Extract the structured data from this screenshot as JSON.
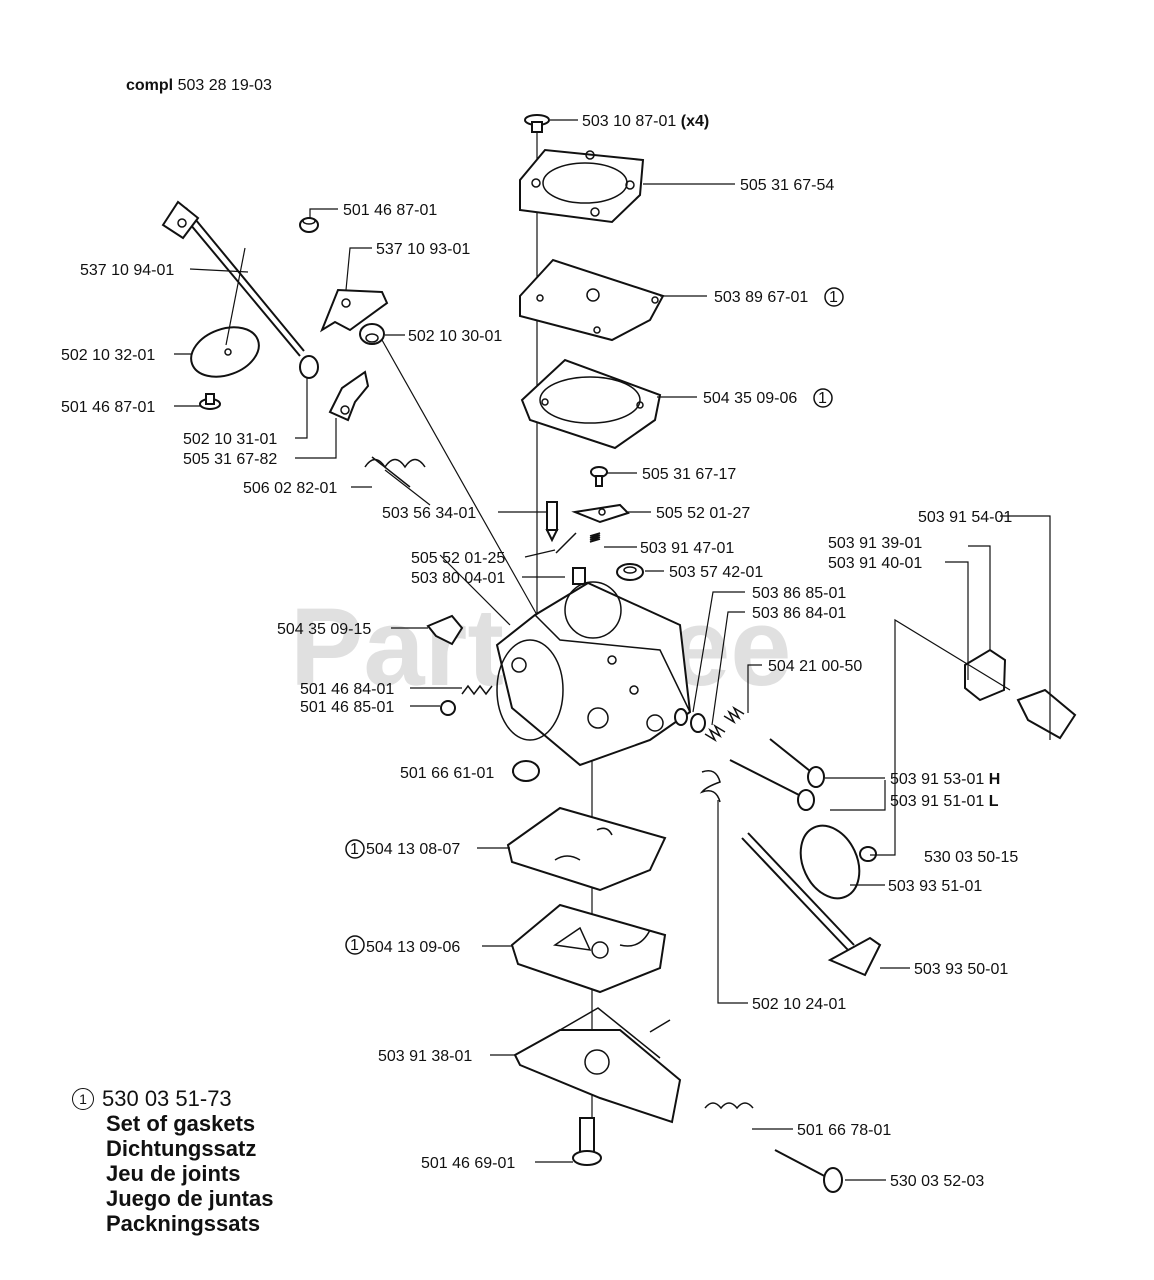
{
  "header": {
    "prefix": "compl",
    "number": "503 28 19-03"
  },
  "watermark": "PartsTree",
  "legend": {
    "marker": "1",
    "part_number": "530 03 51-73",
    "lines": [
      "Set of gaskets",
      "Dichtungssatz",
      "Jeu de joints",
      "Juego de juntas",
      "Packningssats"
    ]
  },
  "labels": {
    "p1": "503 10 87-01",
    "p1_qty": "(x4)",
    "p2": "505 31 67-54",
    "p3": "503 89 67-01",
    "p3_mark": "1",
    "p4": "504 35 09-06",
    "p4_mark": "1",
    "p5": "505 31 67-17",
    "p6": "505 52 01-27",
    "p7": "503 91 47-01",
    "p8": "503 57 42-01",
    "p9": "503 91 54-01",
    "p10": "503 91 39-01",
    "p11": "503 91 40-01",
    "p12": "503 86 85-01",
    "p13": "503 86 84-01",
    "p14": "504 21 00-50",
    "p15": "503 91 53-01",
    "p15_suffix": "H",
    "p16": "503 91 51-01",
    "p16_suffix": "L",
    "p17": "530 03 50-15",
    "p18": "503 93 51-01",
    "p19": "503 93 50-01",
    "p20": "502 10 24-01",
    "p21": "501 66 78-01",
    "p22": "530 03 52-03",
    "p23": "501 46 69-01",
    "p24": "503 91 38-01",
    "p25": "504 13 09-06",
    "p25_mark": "1",
    "p26": "504 13 08-07",
    "p26_mark": "1",
    "p27": "501 66 61-01",
    "p28": "501 46 84-01",
    "p29": "501 46 85-01",
    "p30": "504 35 09-15",
    "p31": "503 80 04-01",
    "p32": "505 52 01-25",
    "p33": "503 56 34-01",
    "p34": "506 02 82-01",
    "p35": "505 31 67-82",
    "p36": "502 10 31-01",
    "p37": "501 46 87-01",
    "p38": "502 10 32-01",
    "p39": "537 10 94-01",
    "p40": "501 46 87-01",
    "p41": "537 10 93-01",
    "p42": "502 10 30-01"
  }
}
